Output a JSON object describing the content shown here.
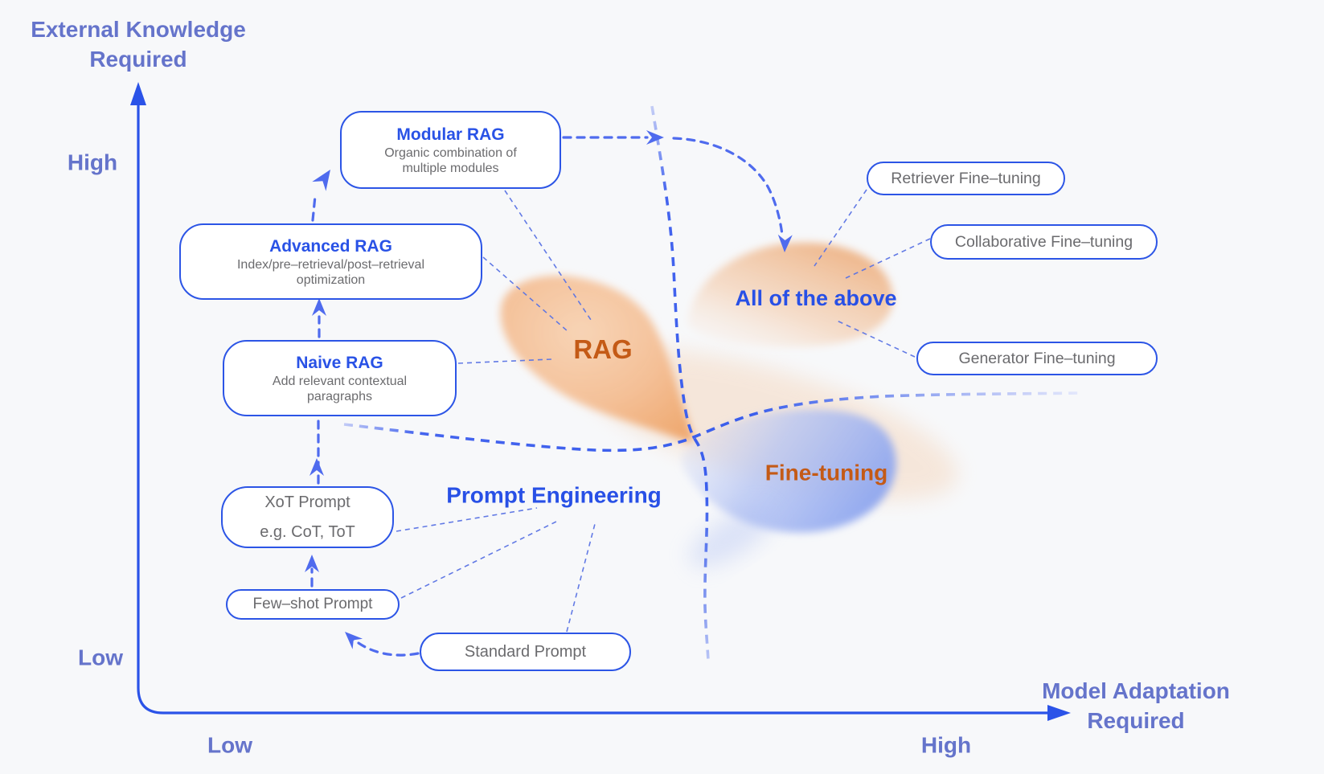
{
  "axes": {
    "y_title": "External Knowledge\nRequired",
    "x_title": "Model Adaptation\nRequired",
    "y_high": "High",
    "y_low": "Low",
    "x_low": "Low",
    "x_high": "High"
  },
  "region_labels": {
    "rag": "RAG",
    "all_of_the_above": "All of the above",
    "prompt_engineering": "Prompt Engineering",
    "fine_tuning": "Fine-tuning"
  },
  "boxes": {
    "modular_rag": {
      "title": "Modular RAG",
      "subtitle": "Organic combination of\nmultiple modules"
    },
    "advanced_rag": {
      "title": "Advanced RAG",
      "subtitle": "Index/pre–retrieval/post–retrieval\noptimization"
    },
    "naive_rag": {
      "title": "Naive RAG",
      "subtitle": "Add relevant contextual\nparagraphs"
    },
    "xot_prompt": {
      "label": "XoT Prompt\ne.g. CoT, ToT"
    },
    "few_shot_prompt": {
      "label": "Few–shot Prompt"
    },
    "standard_prompt": {
      "label": "Standard Prompt"
    },
    "retriever_ft": {
      "label": "Retriever Fine–tuning"
    },
    "collaborative_ft": {
      "label": "Collaborative Fine–tuning"
    },
    "generator_ft": {
      "label": "Generator Fine–tuning"
    }
  },
  "colors": {
    "background": "#f7f8fa",
    "axis_blue": "#2b53e8",
    "axis_label_periwinkle": "#6574cb",
    "box_border_blue": "#2c55e6",
    "box_title_blue": "#2952e6",
    "box_text_gray": "#6b6b6e",
    "region_label_blue": "#2850e6",
    "region_label_orange": "#c45a16",
    "dashed_arrow_blue": "#4f6bee",
    "rag_blob_orange": "#f0ad77",
    "fine_tuning_blob_blue": "#9fb3f0"
  }
}
